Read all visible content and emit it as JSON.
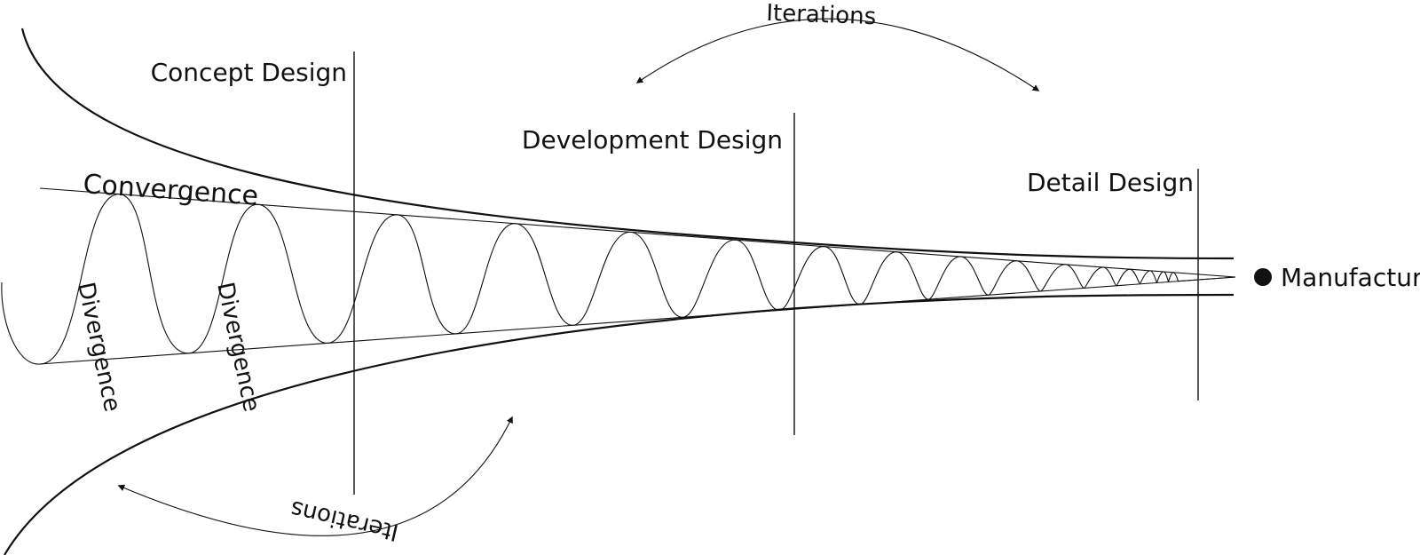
{
  "labels": {
    "concept_design": "Concept Design",
    "development_design": "Development Design",
    "detail_design": "Detail Design",
    "manufacture": "Manufacture",
    "convergence": "Convergence",
    "divergence": "Divergence",
    "iterations": "Iterations"
  },
  "colors": {
    "ink": "#111111",
    "background": "#ffffff"
  }
}
